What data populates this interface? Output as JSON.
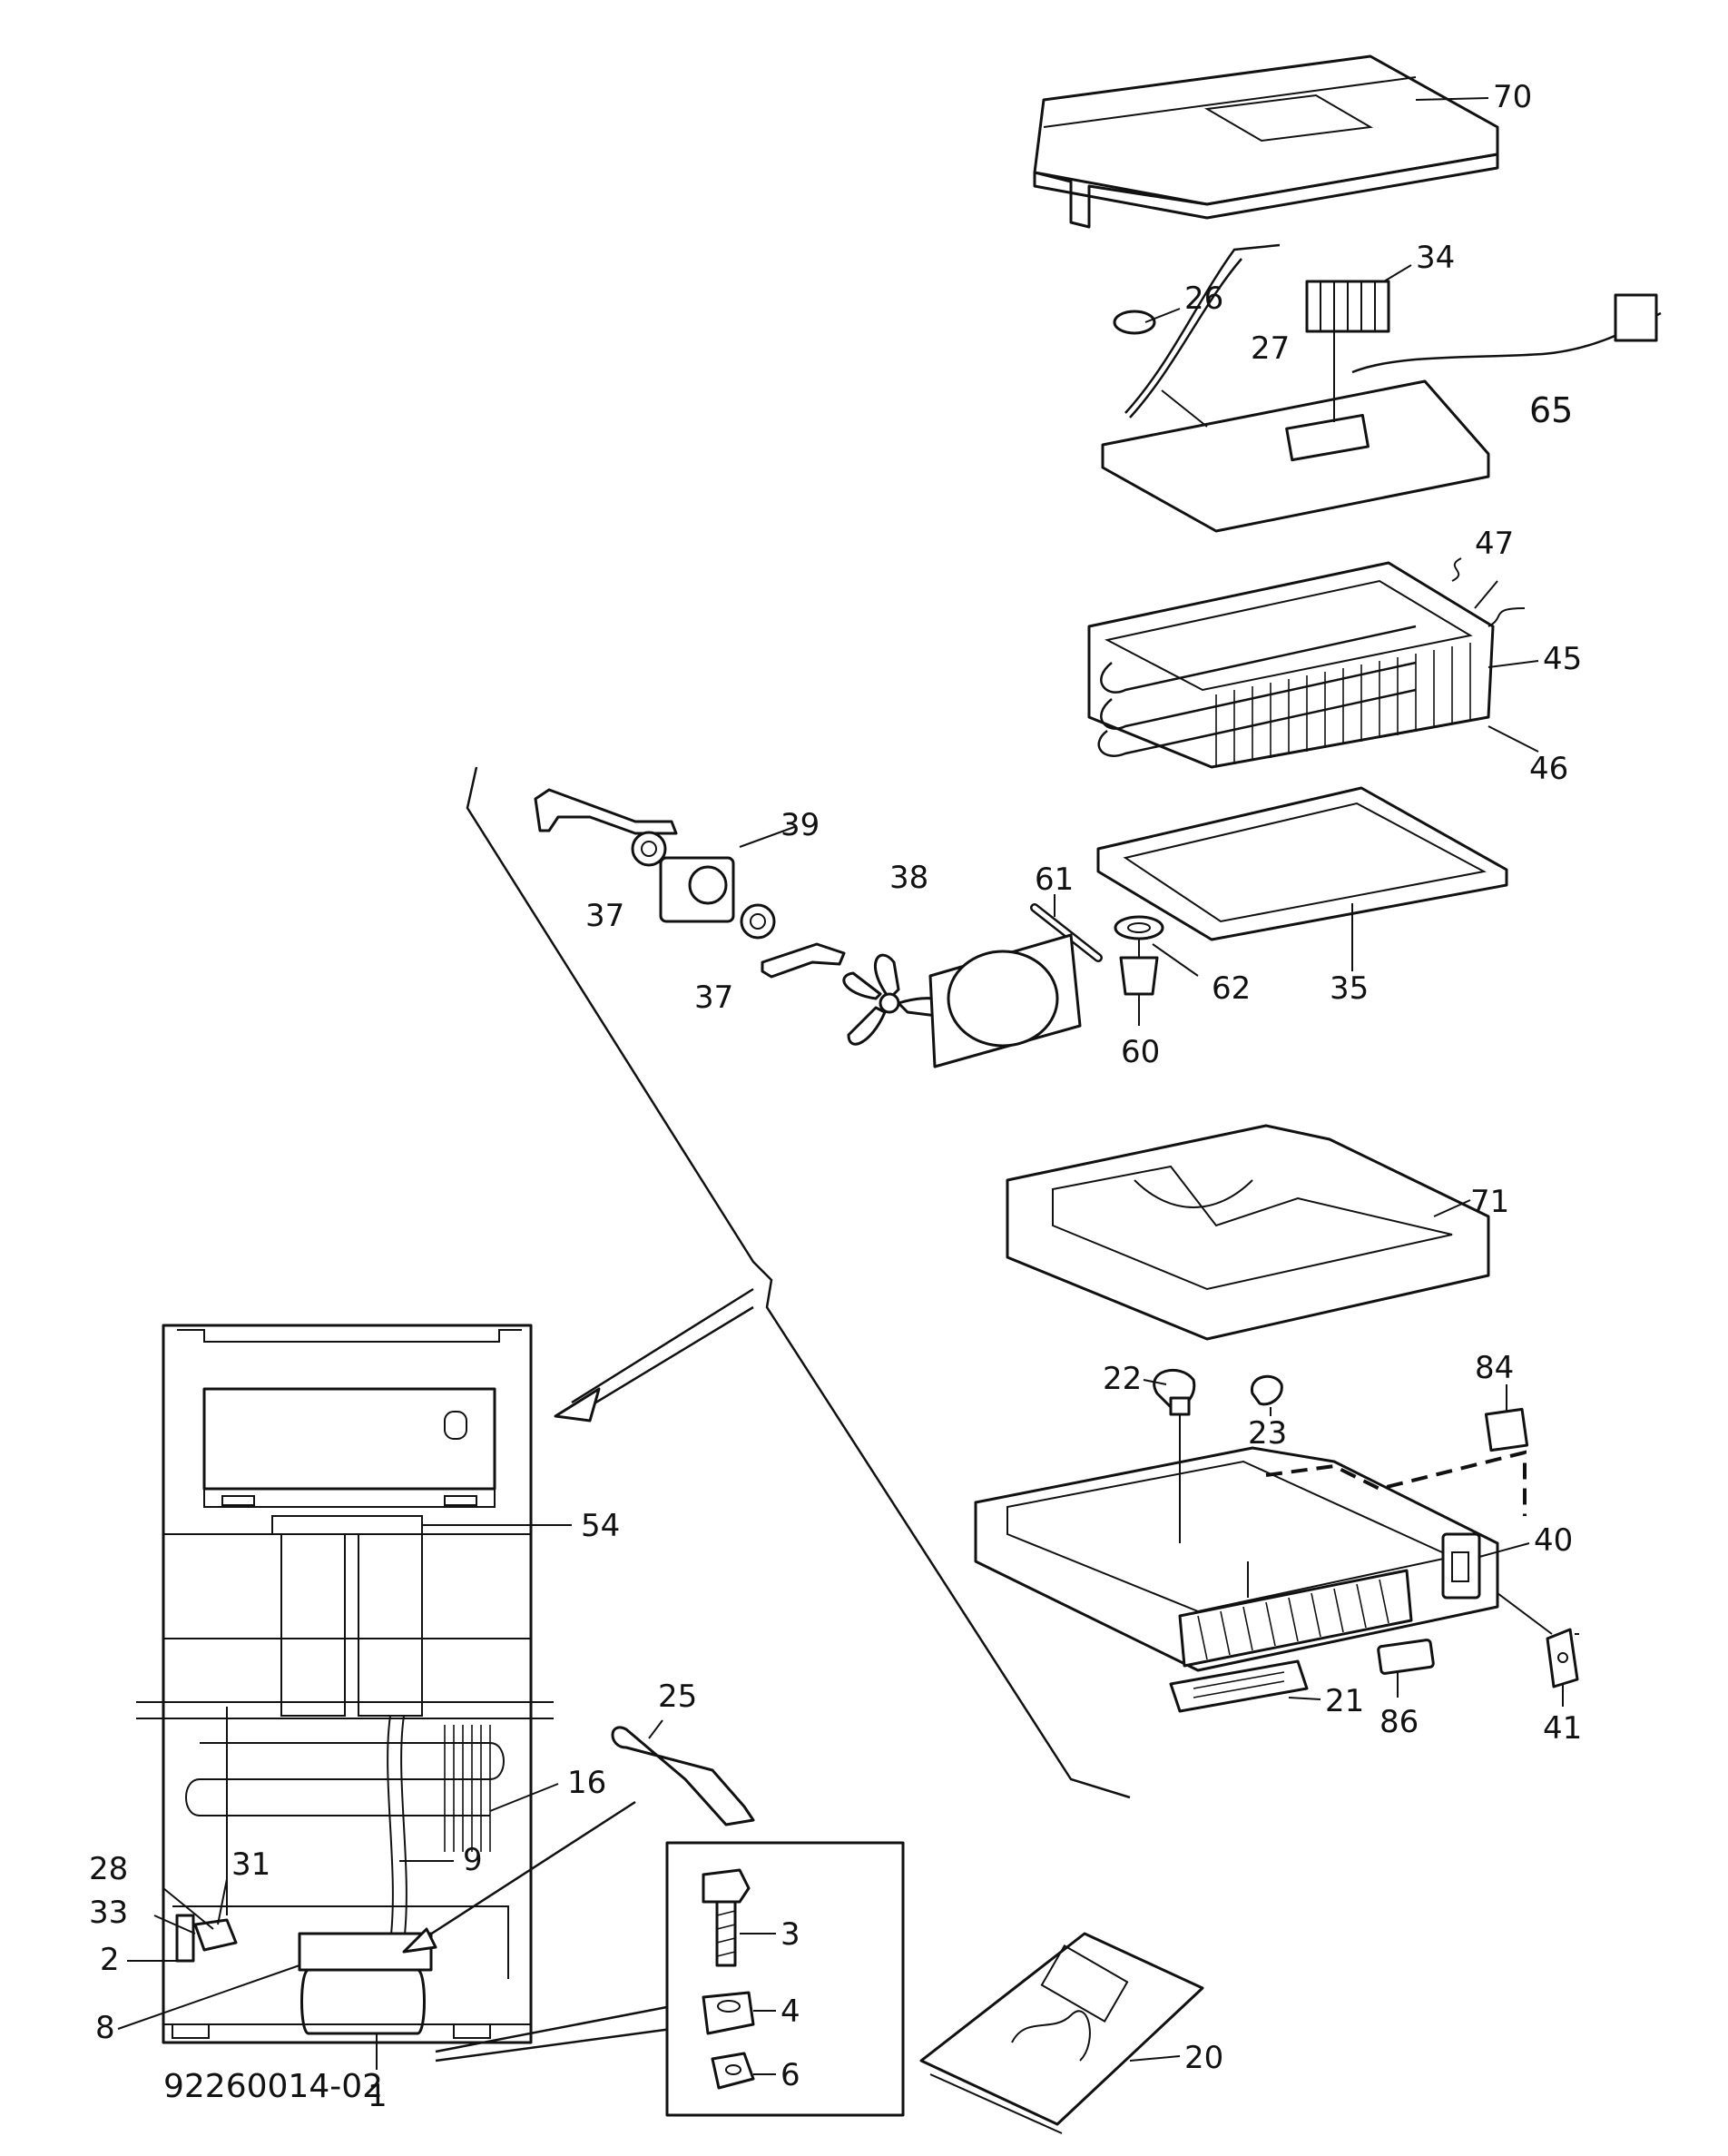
{
  "document_code": "92260014-02",
  "callouts": [
    {
      "id": "70",
      "label": "70"
    },
    {
      "id": "34",
      "label": "34"
    },
    {
      "id": "26",
      "label": "26"
    },
    {
      "id": "27",
      "label": "27"
    },
    {
      "id": "65",
      "label": "65"
    },
    {
      "id": "47",
      "label": "47"
    },
    {
      "id": "45",
      "label": "45"
    },
    {
      "id": "46",
      "label": "46"
    },
    {
      "id": "39",
      "label": "39"
    },
    {
      "id": "38",
      "label": "38"
    },
    {
      "id": "37a",
      "label": "37"
    },
    {
      "id": "37b",
      "label": "37"
    },
    {
      "id": "61",
      "label": "61"
    },
    {
      "id": "62",
      "label": "62"
    },
    {
      "id": "35",
      "label": "35"
    },
    {
      "id": "60",
      "label": "60"
    },
    {
      "id": "71",
      "label": "71"
    },
    {
      "id": "22",
      "label": "22"
    },
    {
      "id": "23",
      "label": "23"
    },
    {
      "id": "84",
      "label": "84"
    },
    {
      "id": "40",
      "label": "40"
    },
    {
      "id": "21",
      "label": "21"
    },
    {
      "id": "86",
      "label": "86"
    },
    {
      "id": "41",
      "label": "41"
    },
    {
      "id": "54",
      "label": "54"
    },
    {
      "id": "25",
      "label": "25"
    },
    {
      "id": "16",
      "label": "16"
    },
    {
      "id": "9",
      "label": "9"
    },
    {
      "id": "28",
      "label": "28"
    },
    {
      "id": "31",
      "label": "31"
    },
    {
      "id": "33",
      "label": "33"
    },
    {
      "id": "2",
      "label": "2"
    },
    {
      "id": "8",
      "label": "8"
    },
    {
      "id": "1",
      "label": "1"
    },
    {
      "id": "3",
      "label": "3"
    },
    {
      "id": "4",
      "label": "4"
    },
    {
      "id": "6",
      "label": "6"
    },
    {
      "id": "20",
      "label": "20"
    }
  ]
}
